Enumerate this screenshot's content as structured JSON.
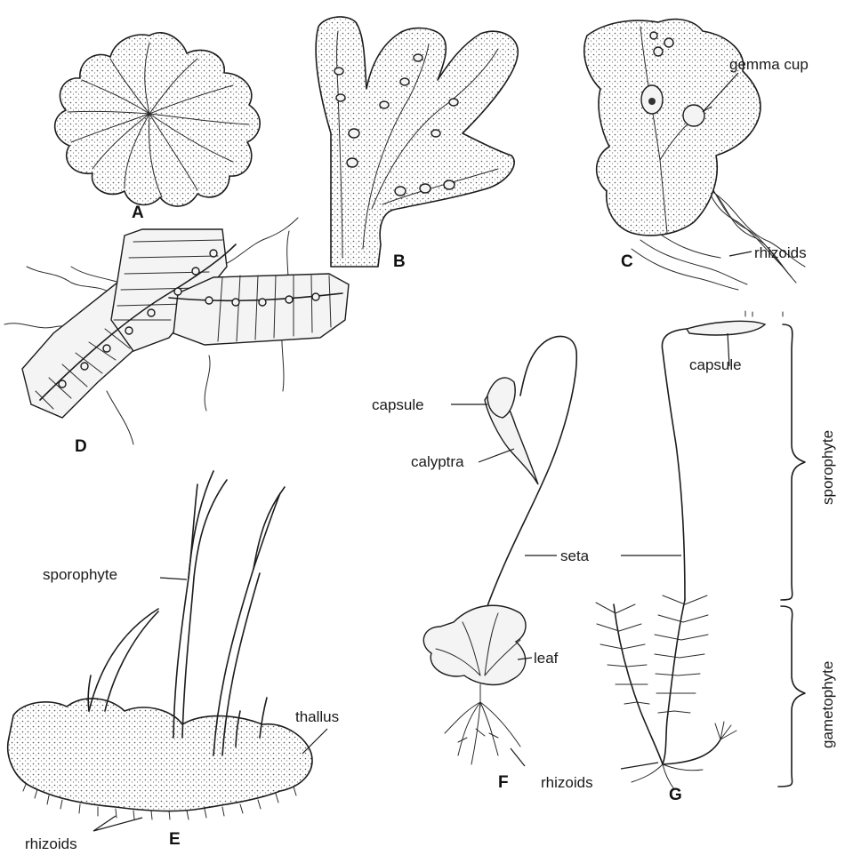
{
  "panels": {
    "a": "A",
    "b": "B",
    "c": "C",
    "d": "D",
    "e": "E",
    "f": "F",
    "g": "G"
  },
  "labels": {
    "c_gemma_cup": "gemma cup",
    "c_rhizoids": "rhizoids",
    "e_sporophyte": "sporophyte",
    "e_thallus": "thallus",
    "e_rhizoids": "rhizoids",
    "f_capsule": "capsule",
    "f_calyptra": "calyptra",
    "f_leaf": "leaf",
    "fg_seta": "seta",
    "fg_rhizoids": "rhizoids",
    "g_capsule": "capsule",
    "g_sporophyte": "sporophyte",
    "g_gametophyte": "gametophyte"
  }
}
